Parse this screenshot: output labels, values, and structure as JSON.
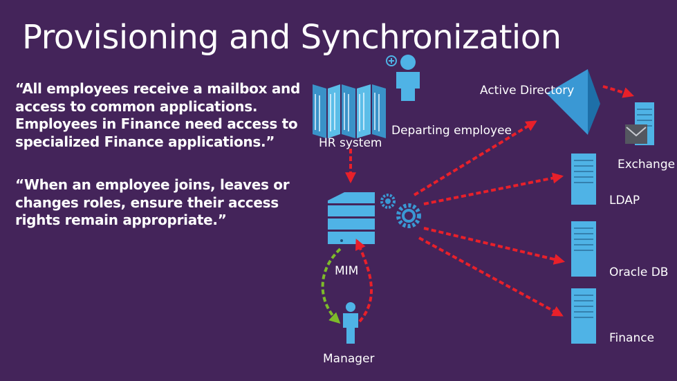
{
  "slide": {
    "title": "Provisioning and Synchronization",
    "quotes": [
      "“All employees receive a mailbox and access to common applications. Employees in Finance need access to specialized Finance applications.”",
      "“When an employee joins, leaves or changes roles, ensure their access rights remain appropriate.”"
    ]
  },
  "diagram": {
    "labels": {
      "hr_system": "HR system",
      "departing": "Departing employee",
      "active_directory": "Active Directory",
      "exchange": "Exchange",
      "ldap": "LDAP",
      "mim": "MIM",
      "oracle": "Oracle DB",
      "finance": "Finance",
      "manager": "Manager"
    },
    "colors": {
      "background": "#44245a",
      "server_blue": "#4fb3e6",
      "arrow_red": "#e8202a",
      "arrow_green": "#7dbb2a",
      "gear_blue": "#3a98d4"
    }
  }
}
